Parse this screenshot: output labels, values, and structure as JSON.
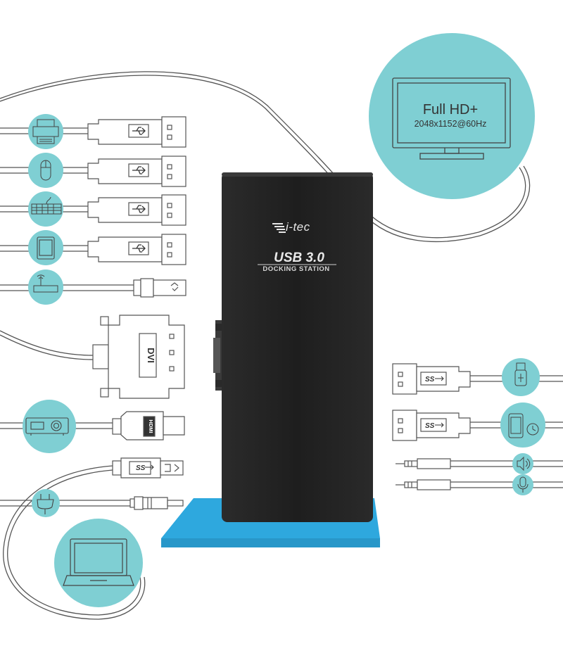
{
  "monitor": {
    "title": "Full HD+",
    "resolution": "2048x1152@60Hz"
  },
  "dock": {
    "brand": "i-tec",
    "title": "USB 3.0",
    "subtitle": "DOCKING STATION"
  },
  "connectors": {
    "dvi_label": "DVI",
    "hdmi_label": "HDMI",
    "usb3_label": "SS"
  },
  "icons": [
    "printer-icon",
    "mouse-icon",
    "keyboard-icon",
    "tablet-icon",
    "router-icon",
    "projector-icon",
    "power-plug-icon",
    "laptop-icon",
    "monitor-icon",
    "flash-drive-icon",
    "phone-icon",
    "speaker-icon",
    "microphone-icon"
  ],
  "colors": {
    "teal": "#7fcfd3",
    "dock_body": "#232323",
    "dock_stand": "#2ea8de",
    "line": "#555555"
  }
}
